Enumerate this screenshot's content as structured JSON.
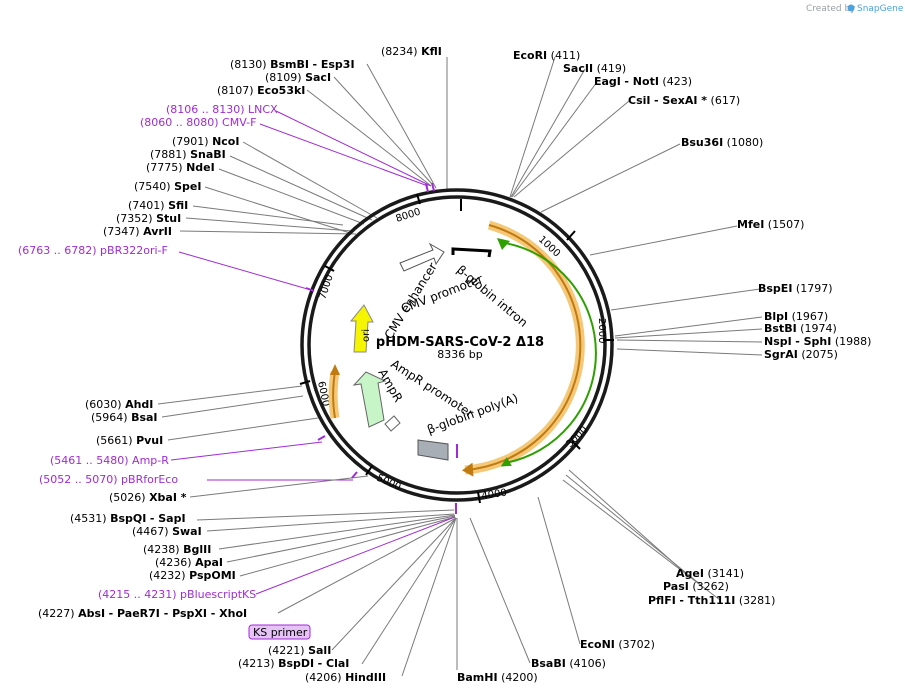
{
  "branding": {
    "created_by": "Created by",
    "app_name": "SnapGene"
  },
  "plasmid": {
    "name": "pHDM-SARS-CoV-2 Δ18",
    "size_label": "8336 bp"
  },
  "backbone_ticks": [
    "1000",
    "2000",
    "3000",
    "4000",
    "5000",
    "6000",
    "7000",
    "8000"
  ],
  "features": {
    "cmv_enhancer": "CMV enhancer",
    "cmv_promoter": "CMV promoter",
    "globin_intron": "β-globin intron",
    "ori": "ori",
    "ampr_promoter": "AmpR promoter",
    "ampr": "AmpR",
    "globin_polya": "β-globin poly(A)"
  },
  "sites": [
    {
      "pos": "(8234)",
      "name": "KflI"
    },
    {
      "pos": "(8130)",
      "name": "BsmBI",
      "extra": "- Esp3I"
    },
    {
      "pos": "(8109)",
      "name": "SacI"
    },
    {
      "pos": "(8107)",
      "name": "Eco53kI"
    },
    {
      "pos": "(7901)",
      "name": "NcoI"
    },
    {
      "pos": "(7881)",
      "name": "SnaBI"
    },
    {
      "pos": "(7775)",
      "name": "NdeI"
    },
    {
      "pos": "(7540)",
      "name": "SpeI"
    },
    {
      "pos": "(7401)",
      "name": "SfiI"
    },
    {
      "pos": "(7352)",
      "name": "StuI"
    },
    {
      "pos": "(7347)",
      "name": "AvrII"
    },
    {
      "pos": "(6030)",
      "name": "AhdI"
    },
    {
      "pos": "(5964)",
      "name": "BsaI"
    },
    {
      "pos": "(5661)",
      "name": "PvuI"
    },
    {
      "pos": "(5026)",
      "name": "XbaI *"
    },
    {
      "pos": "(4531)",
      "name": "BspQI",
      "extra": "- SapI"
    },
    {
      "pos": "(4467)",
      "name": "SwaI"
    },
    {
      "pos": "(4238)",
      "name": "BglII"
    },
    {
      "pos": "(4236)",
      "name": "ApaI"
    },
    {
      "pos": "(4232)",
      "name": "PspOMI"
    },
    {
      "pos": "(4227)",
      "name": "AbsI",
      "extra": "- PaeR7I - PspXI - XhoI"
    },
    {
      "pos": "(4221)",
      "name": "SalI"
    },
    {
      "pos": "(4213)",
      "name": "BspDI",
      "extra": "- ClaI"
    },
    {
      "pos": "(4206)",
      "name": "HindIII"
    },
    {
      "pos": "(4200)",
      "name": "BamHI"
    },
    {
      "pos": "(4106)",
      "name": "BsaBI"
    },
    {
      "pos": "(3702)",
      "name": "EcoNI"
    },
    {
      "pos": "(3281)",
      "name": "PflFI",
      "extra": "- Tth111I"
    },
    {
      "pos": "(3262)",
      "name": "PasI"
    },
    {
      "pos": "(3141)",
      "name": "AgeI"
    },
    {
      "pos": "(2075)",
      "name": "SgrAI"
    },
    {
      "pos": "(1988)",
      "name": "NspI",
      "extra": "- SphI"
    },
    {
      "pos": "(1974)",
      "name": "BstBI"
    },
    {
      "pos": "(1967)",
      "name": "BlpI"
    },
    {
      "pos": "(1797)",
      "name": "BspEI"
    },
    {
      "pos": "(1507)",
      "name": "MfeI"
    },
    {
      "pos": "(1080)",
      "name": "Bsu36I"
    },
    {
      "pos": "(617)",
      "name": "CsiI",
      "extra": "- SexAI *"
    },
    {
      "pos": "(423)",
      "name": "EagI",
      "extra": "- NotI"
    },
    {
      "pos": "(419)",
      "name": "SacII"
    },
    {
      "pos": "(411)",
      "name": "EcoRI"
    }
  ],
  "primers": [
    {
      "label": "(8106 .. 8130)  LNCX"
    },
    {
      "label": "(8060 .. 8080)  CMV-F"
    },
    {
      "label": "(6763 .. 6782)  pBR322ori-F"
    },
    {
      "label": "(5461 .. 5480)  Amp-R"
    },
    {
      "label": "(5052 .. 5070)  pBRforEco"
    },
    {
      "label": "(4215 .. 4231)  pBluescriptKS"
    }
  ],
  "ks_primer_tag": "KS primer",
  "colors": {
    "backbone": "#1a1a1a",
    "primer": "#a02bd6",
    "orange_feature": "#f5a623",
    "green_feature": "#2ea000",
    "ori": "#f5f500",
    "ampr": "#c8f5c8",
    "polya": "#a8aeb6",
    "ks_tag": "#e6c3f5"
  }
}
